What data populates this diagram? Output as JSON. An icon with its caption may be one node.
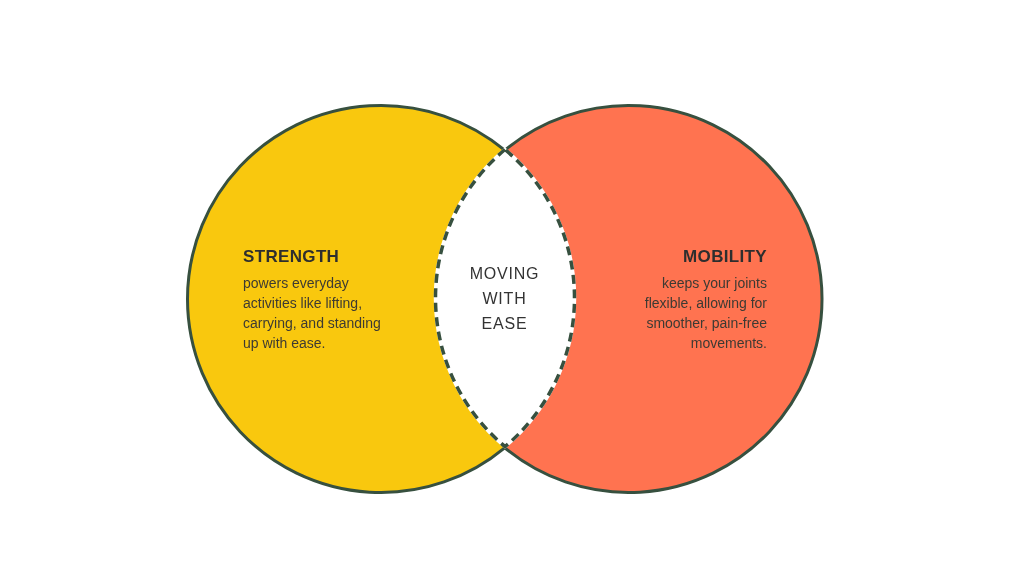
{
  "diagram": {
    "nodes": [
      {
        "text": [
          "STRENGTH",
          "powers everyday activities like lifting, carrying, and standing up with ease."
        ]
      },
      {
        "text": [
          "MOBILITY",
          "keeps your joints flexible, allowing for smoother, pain-free movements."
        ]
      },
      {
        "text": [
          "MOVING WITH EASE"
        ]
      }
    ]
  }
}
